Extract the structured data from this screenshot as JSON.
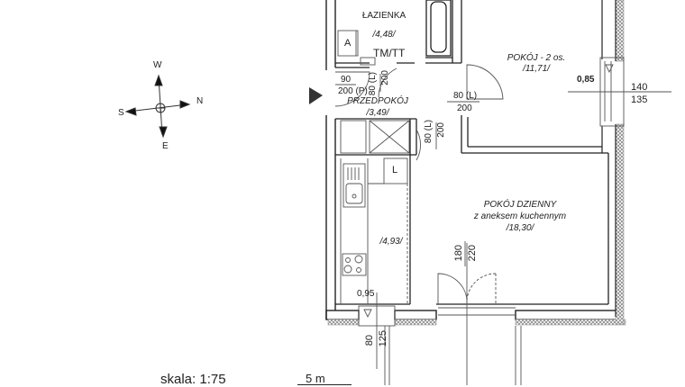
{
  "rooms": [
    {
      "name": "ŁAZIENKA",
      "area": "/4,48/"
    },
    {
      "name": "POKÓJ - 2 os.",
      "area": "/11,71/"
    },
    {
      "name": "PRZEDPOKÓJ",
      "area": "/3,49/"
    },
    {
      "name": "",
      "area": "/4,93/"
    },
    {
      "name": "POKÓJ DZIENNY",
      "subtitle": "z aneksem kuchennym",
      "area": "/18,30/"
    }
  ],
  "fixtures": {
    "a_label": "A",
    "l_label": "L",
    "tm_tt": "TM/TT"
  },
  "doors": {
    "entrance": {
      "width": "90",
      "height": "200 (P)"
    },
    "bathroom": {
      "width": "80 (L)",
      "height": "200"
    },
    "bedroom": {
      "width": "80 (L)",
      "height": "200"
    },
    "kitchen": {
      "width": "80 (L)",
      "height": "200"
    },
    "balcony": {
      "width": "180",
      "height": "220"
    }
  },
  "windows": {
    "bedroom": {
      "sill": "0,85",
      "width": "140",
      "height": "135"
    },
    "kitchen": {
      "sill": "0,95",
      "width": "80",
      "height": "125"
    }
  },
  "compass": {
    "north": "N",
    "south": "S",
    "east": "E",
    "west": "W"
  },
  "scale": {
    "label": "skala: 1:75",
    "bar_label": "5 m"
  }
}
